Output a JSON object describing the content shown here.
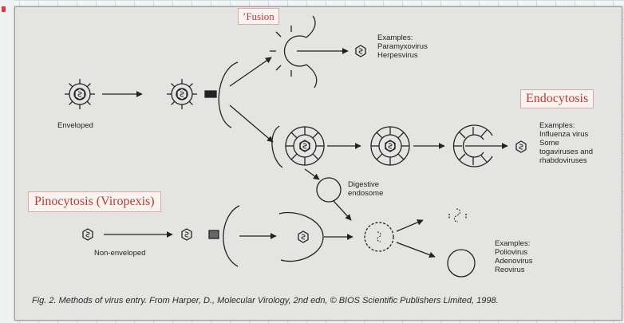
{
  "labels": {
    "fusion": "’Fusion",
    "endocytosis": "Endocytosis",
    "pinocytosis": "Pinocytosis (Viropexis)"
  },
  "text": {
    "enveloped": "Enveloped",
    "non_enveloped": "Non-enveloped",
    "digestive": "Digestive\nendosome",
    "examples_fusion": "Examples:\nParamyxovirus\nHerpesvirus",
    "examples_endo": "Examples:\nInfluenza virus\nSome\ntogaviruses and\nrhabdoviruses",
    "examples_pino": "Examples:\nPoliovirus\nAdenovirus\nReovirus"
  },
  "caption": "Fig. 2.    Methods of virus entry. From Harper, D., Molecular Virology, 2nd edn, © BIOS Scientific Publishers Limited, 1998.",
  "colors": {
    "label_red": "#c03a33",
    "page_grid": "#c9dff0",
    "scan_bg": "#e4e5e3"
  }
}
